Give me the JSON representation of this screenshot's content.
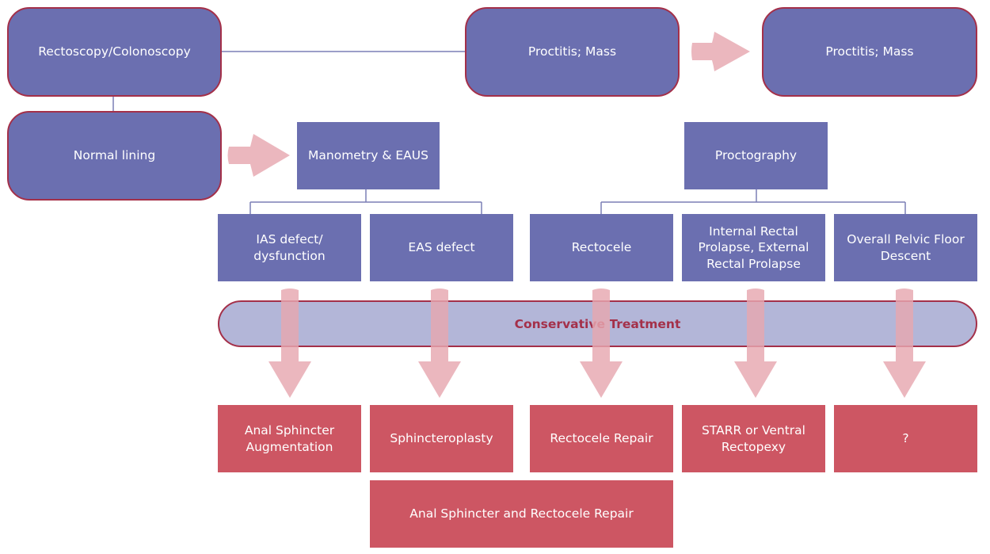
{
  "colors": {
    "node_fill": "#6b6fb0",
    "node_border": "#a43049",
    "outcome_fill": "#cd5663",
    "band_fill": "#b3b6d8",
    "arrow_fill": "#e6a7b0",
    "connector": "#7b7fb5"
  },
  "nodes": {
    "rectoscopy": "Rectoscopy/Colonoscopy",
    "proctitis_1": "Proctitis; Mass",
    "proctitis_2": "Proctitis; Mass",
    "normal_lining": "Normal lining",
    "manometry": "Manometry & EAUS",
    "proctography": "Proctography"
  },
  "findings": {
    "ias": "IAS defect/ dysfunction",
    "eas": "EAS defect",
    "rectocele": "Rectocele",
    "prolapse": "Internal Rectal Prolapse, External Rectal Prolapse",
    "descent": "Overall Pelvic Floor Descent"
  },
  "band": {
    "label": "Conservative Treatment"
  },
  "outcomes": {
    "augmentation": "Anal Sphincter Augmentation",
    "sphincteroplasty": "Sphincteroplasty",
    "rectocele_repair": "Rectocele Repair",
    "starr": "STARR or Ventral Rectopexy",
    "unknown": "?",
    "combined": "Anal Sphincter and Rectocele Repair"
  }
}
